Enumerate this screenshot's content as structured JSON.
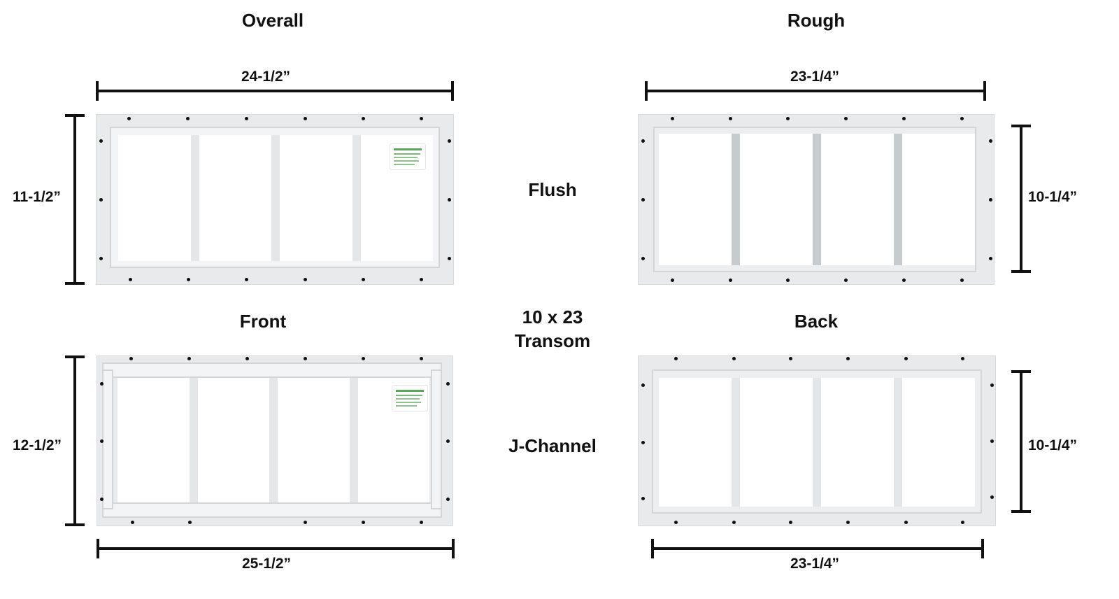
{
  "title": {
    "line1": "10 x 23",
    "line2": "Transom"
  },
  "row_labels": {
    "top": "Flush",
    "bottom": "J-Channel"
  },
  "panels": {
    "overall": {
      "heading": "Overall",
      "width": "24-1/2”",
      "height": "11-1/2”"
    },
    "rough": {
      "heading": "Rough",
      "width": "23-1/4”",
      "height": "10-1/4”"
    },
    "front": {
      "heading": "Front",
      "width": "25-1/2”",
      "height": "12-1/2”"
    },
    "back": {
      "heading": "Back",
      "width": "23-1/4”",
      "height": "10-1/4”"
    }
  },
  "colors": {
    "frame": "#e9eaeb",
    "glass": "#ffffff",
    "mullion_back": "#c6ccce",
    "dimension_line": "#111111",
    "sticker_green": "#5aa65a"
  }
}
